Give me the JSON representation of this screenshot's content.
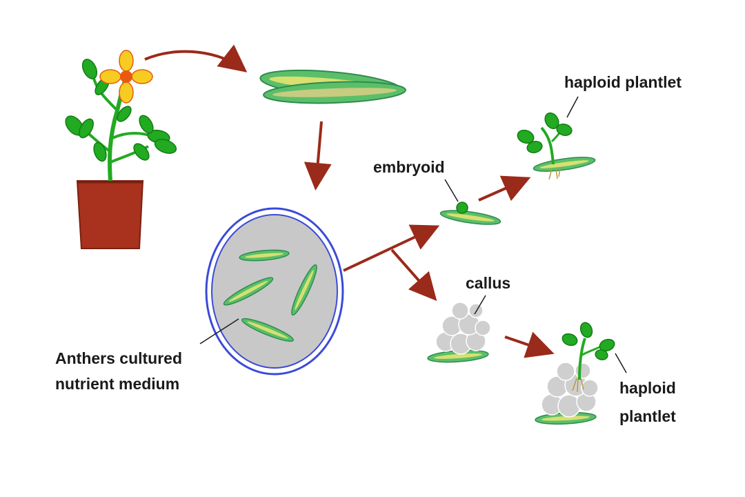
{
  "labels": {
    "haploid_plantlet_top": "haploid plantlet",
    "embryoid": "embryoid",
    "callus": "callus",
    "anthers_line1": "Anthers cultured",
    "anthers_line2": "nutrient medium",
    "haploid_bottom_line1": "haploid",
    "haploid_bottom_line2": "plantlet"
  },
  "colors": {
    "arrow": "#9a2a1a",
    "leaf": "#22aa22",
    "pot": "#a8321e",
    "flower": "#f6cc22",
    "flower_center": "#e85a10",
    "dish_ring": "#3a4ad8",
    "medium": "#c8c8c8",
    "anther": "#5bbf6a",
    "anther_dark": "#2f8a4e",
    "anther_core": "#d8e070",
    "callus": "#cfcfcf",
    "text": "#1a1a1a"
  }
}
